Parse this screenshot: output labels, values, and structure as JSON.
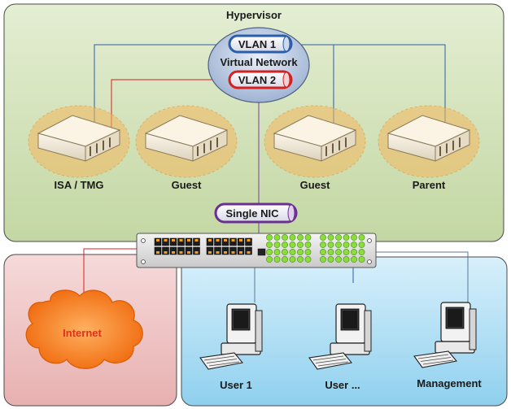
{
  "hypervisor": {
    "title": "Hypervisor"
  },
  "virtual_network": {
    "label": "Virtual Network",
    "vlan1": "VLAN 1",
    "vlan2": "VLAN 2"
  },
  "servers": [
    {
      "label": "ISA / TMG"
    },
    {
      "label": "Guest"
    },
    {
      "label": "Guest"
    },
    {
      "label": "Parent"
    }
  ],
  "nic": {
    "label": "Single NIC"
  },
  "internet": {
    "label": "Internet"
  },
  "clients": [
    {
      "label": "User 1"
    },
    {
      "label": "User ..."
    },
    {
      "label": "Management"
    }
  ],
  "colors": {
    "hypervisor_fill": "#cfe0b3",
    "internet_zone_fill": "#f2c8c8",
    "lan_zone_fill": "#bfe3f5",
    "vlan1_line": "#2b5ea8",
    "vlan2_line": "#d42020",
    "nic_line": "#7b3fa0",
    "internet_text": "#e0301e",
    "cloud_fill": "#f47a20"
  }
}
